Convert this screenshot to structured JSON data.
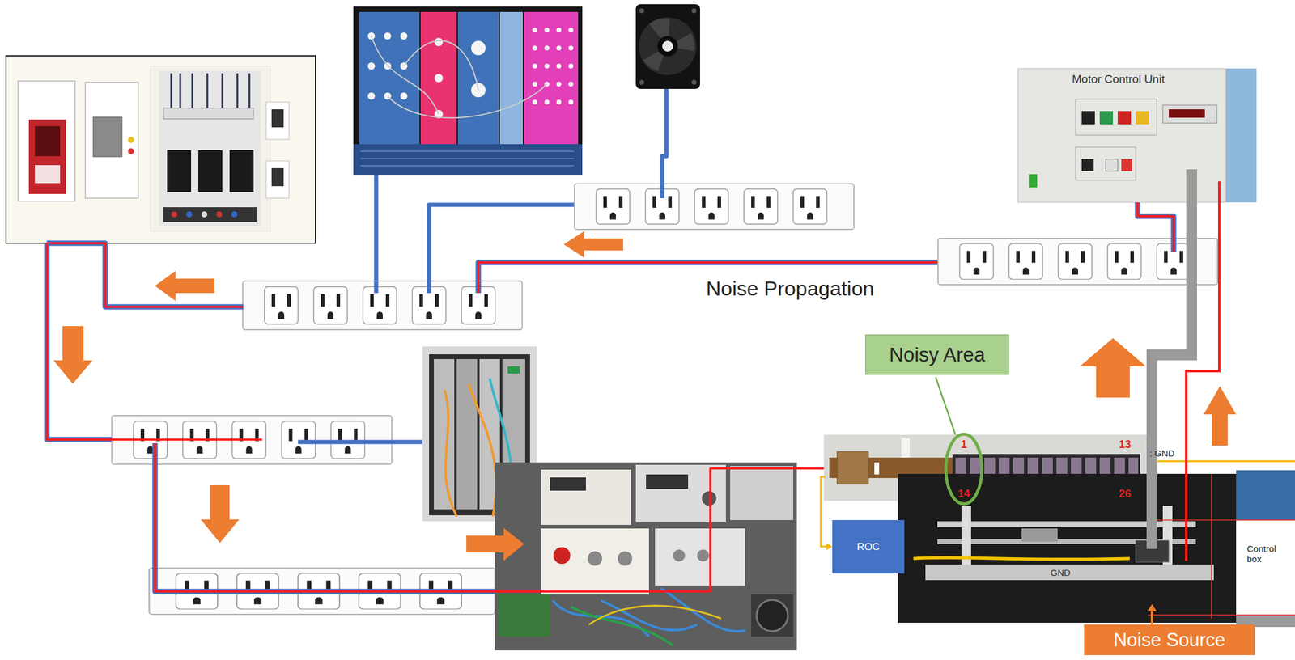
{
  "diagram": {
    "nodes": [
      {
        "text": [
          "Noisy Area"
        ]
      },
      {
        "text": [
          "ROC"
        ]
      },
      {
        "text": [
          "Noise Source"
        ]
      }
    ],
    "labels": [
      "Motor Control Unit",
      "Noise Propagation",
      ": GND",
      "1",
      "13",
      "14",
      "26",
      "GND",
      "Control box"
    ]
  }
}
